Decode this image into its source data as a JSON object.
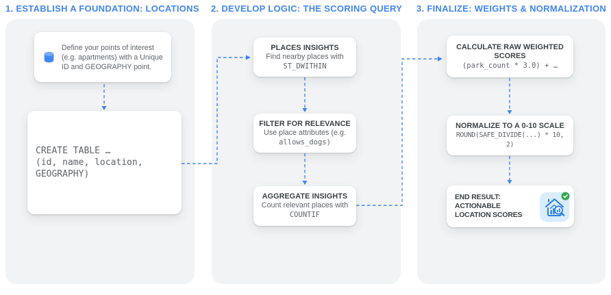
{
  "colors": {
    "accent": "#4285F4",
    "panel_bg": "#f1f3f4",
    "card_bg": "#ffffff",
    "title_text": "#3c4043",
    "body_text": "#5f6368",
    "code_text": "#5f6368",
    "cylinder_body": "#4285f4",
    "cylinder_top": "#7baaf7",
    "icon_bg": "#d9edfd",
    "icon_blue": "#2b7de9",
    "badge_green": "#34a853"
  },
  "columns": [
    {
      "header": "1. ESTABLISH A FOUNDATION: LOCATIONS",
      "boxes": [
        {
          "icon": "database-cylinder-icon",
          "text": "Define your points of interest (e.g. apartments) with a Unique ID and GEOGRAPHY point."
        },
        {
          "code_lines": [
            "CREATE TABLE …",
            "(id, name, location,",
            "GEOGRAPHY)"
          ]
        }
      ]
    },
    {
      "header": "2. DEVELOP LOGIC: THE SCORING QUERY",
      "boxes": [
        {
          "title": "PLACES INSIGHTS",
          "description": "Find nearby places with",
          "code": "ST_DWITHIN"
        },
        {
          "title": "FILTER FOR RELEVANCE",
          "description": "Use place attributes (e.g.",
          "code": "allows_dogs)"
        },
        {
          "title": "AGGREGATE INSIGHTS",
          "description": "Count relevant places with",
          "code": "COUNTIF"
        }
      ]
    },
    {
      "header": "3. FINALIZE: WEIGHTS & NORMALIZATION",
      "boxes": [
        {
          "title": "CALCULATE RAW WEIGHTED SCORES",
          "code": "(park_count * 3.0) + …"
        },
        {
          "title": "NORMALIZE TO A 0-10 SCALE",
          "code": "ROUND(SAFE_DIVIDE(...) * 10, 2)"
        },
        {
          "title": "END RESULT: ACTIONABLE LOCATION SCORES",
          "icon": "house-analytics-icon",
          "badge": "check-badge-icon"
        }
      ]
    }
  ]
}
